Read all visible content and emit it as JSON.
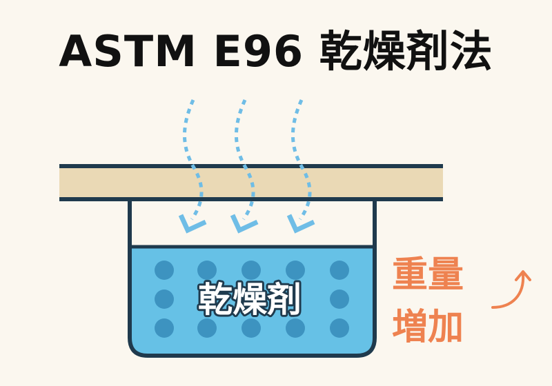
{
  "title": "ASTM E96 乾燥剤法",
  "desiccant_label": "乾燥剤",
  "weight_gain_label": {
    "line1": "重量",
    "line2": "増加"
  },
  "colors": {
    "background": "#fbf7ef",
    "membrane": "#ead9b5",
    "outline": "#1f3a4d",
    "desiccant_fill": "#66c1e6",
    "desiccant_dots": "#3d93c0",
    "vapor_arrows": "#6fbde6",
    "weight_gain": "#ee8250"
  },
  "icons": [
    "vapor-flow-arrow",
    "weight-increase-arrow"
  ]
}
